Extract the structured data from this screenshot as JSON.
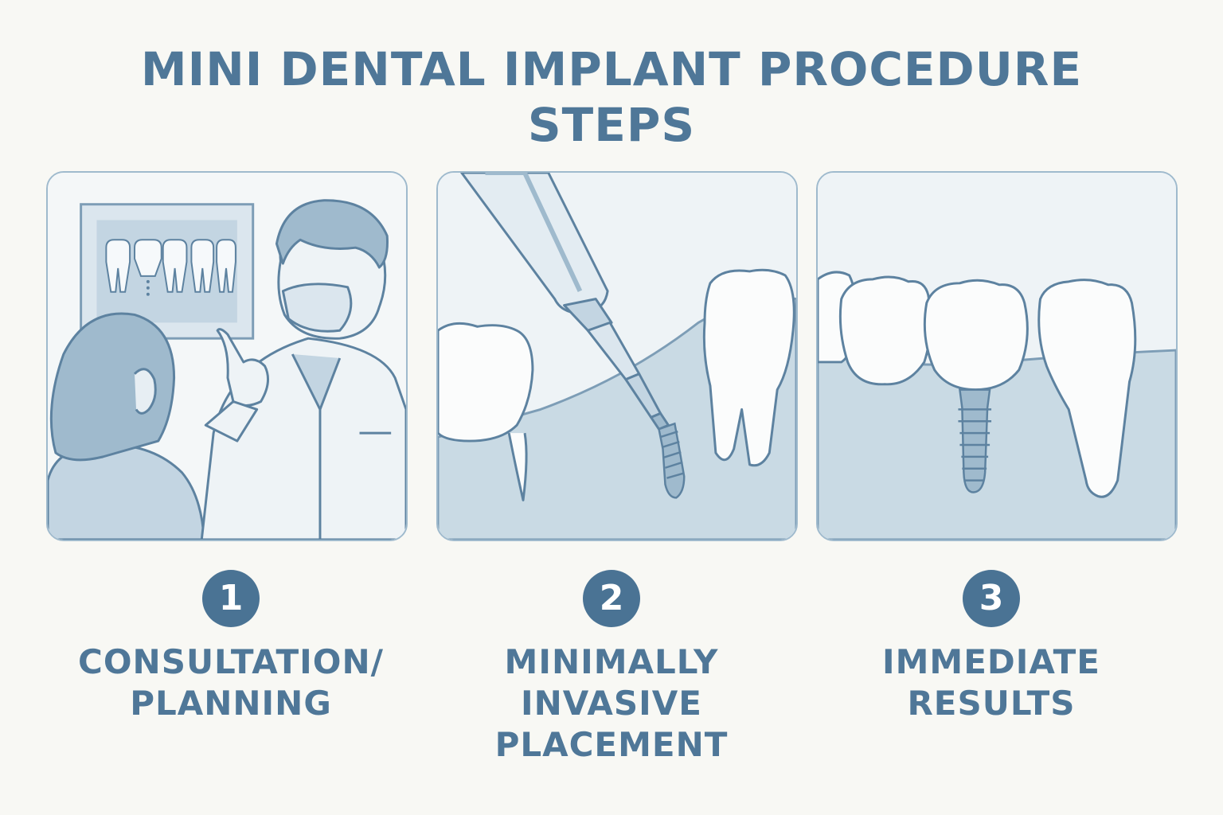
{
  "title": {
    "line1": "MINI DENTAL IMPLANT PROCEDURE",
    "line2": "STEPS"
  },
  "colors": {
    "background": "#f8f8f4",
    "primary": "#4a7394",
    "panel_border": "#9fbacd",
    "gum": "#c9dae4",
    "tooth": "#fbfcfc"
  },
  "steps": [
    {
      "number": "1",
      "label_lines": [
        "CONSULTATION/",
        "PLANNING"
      ],
      "illustration": "dentist-showing-xray-to-patient"
    },
    {
      "number": "2",
      "label_lines": [
        "MINIMALLY",
        "INVASIVE",
        "PLACEMENT"
      ],
      "illustration": "handpiece-placing-mini-implant"
    },
    {
      "number": "3",
      "label_lines": [
        "IMMEDIATE",
        "RESULTS"
      ],
      "illustration": "implant-with-crown-in-gum"
    }
  ]
}
